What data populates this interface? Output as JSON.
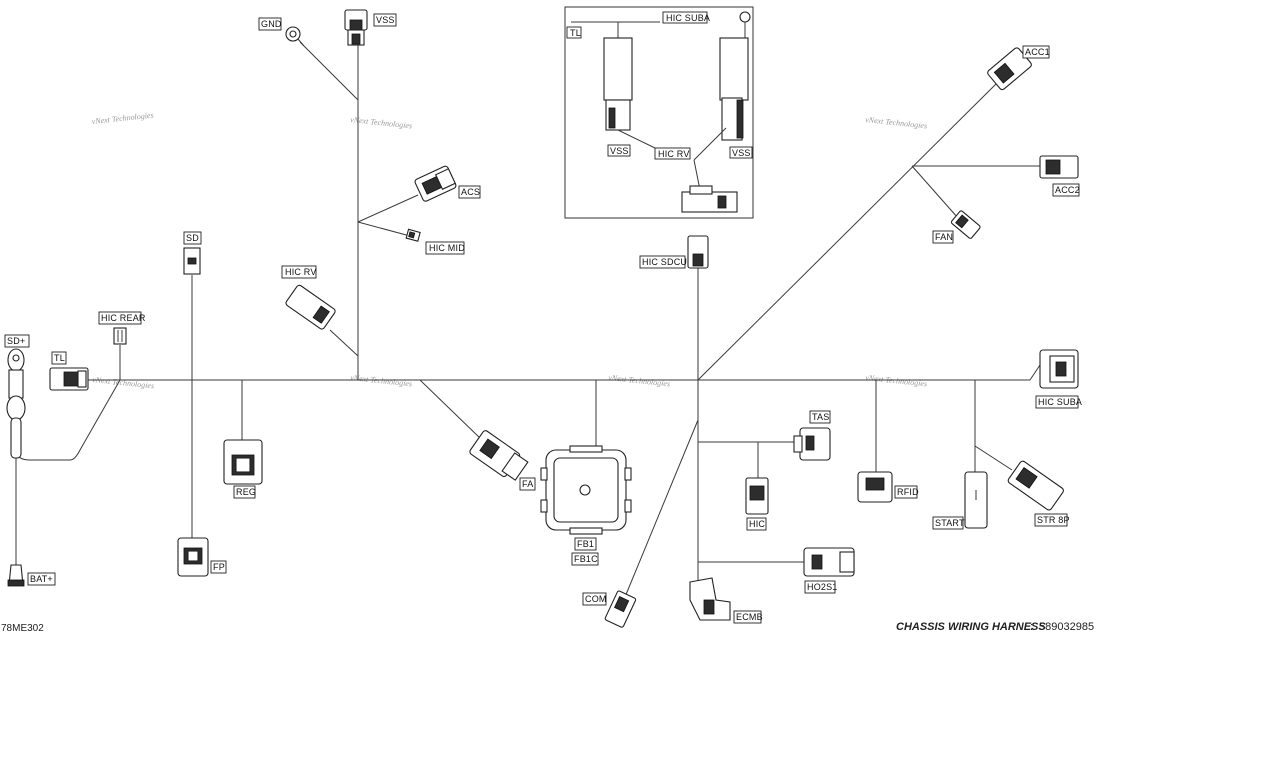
{
  "drawing_code": "78ME302",
  "title": "CHASSIS WIRING HARNESS",
  "title_separator": ":",
  "part_number": "589032985",
  "watermark": "vNext Technologies",
  "connectors": {
    "gnd": "GND",
    "vss_top": "VSS",
    "acs": "ACS",
    "hic_mid": "HIC MID",
    "sd": "SD",
    "hic_rv": "HIC RV",
    "hic_rear": "HIC REAR",
    "sd_plus": "SD+",
    "tl": "TL",
    "reg": "REG",
    "fp": "FP",
    "bat_plus": "BAT+",
    "fa": "FA",
    "fb1": "FB1",
    "fb1c": "FB1C",
    "com": "COM",
    "hic_sdcu": "HIC SDCU",
    "acc1": "ACC1",
    "acc2": "ACC2",
    "fan": "FAN",
    "tas": "TAS",
    "hic": "HIC",
    "ho2s1": "HO2S1",
    "ecmb": "ECMB",
    "rfid": "RFID",
    "hic_suba": "HIC SUBA",
    "start": "START",
    "str_8p": "STR 8P"
  },
  "inset": {
    "tl": "TL",
    "hic_suba": "HIC SUBA",
    "vss_left": "VSS",
    "hic_rv": "HIC RV",
    "vss_right": "VSS"
  }
}
